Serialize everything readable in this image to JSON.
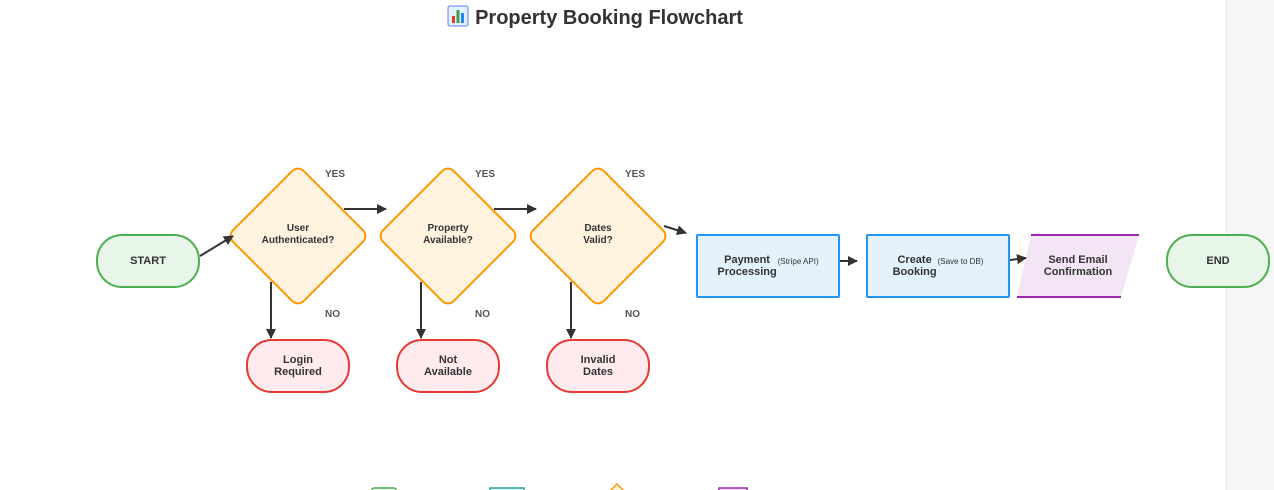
{
  "title": "Property Booking Flowchart",
  "title_icon": "bar-chart-emoji-icon",
  "nodes": {
    "start": "START",
    "end": "END",
    "decision_auth": [
      "User",
      "Authenticated?"
    ],
    "decision_property": [
      "Property",
      "Available?"
    ],
    "decision_dates": [
      "Dates",
      "Valid?"
    ],
    "login_required": [
      "Login",
      "Required"
    ],
    "not_available": [
      "Not",
      "Available"
    ],
    "invalid_dates": [
      "Invalid",
      "Dates"
    ],
    "payment": {
      "label": [
        "Payment",
        "Processing"
      ],
      "note": "(Stripe API)"
    },
    "create_booking": {
      "label": [
        "Create",
        "Booking"
      ],
      "note": "(Save to DB)"
    },
    "send_email": [
      "Send Email",
      "Confirmation"
    ]
  },
  "edge_labels": {
    "yes": "YES",
    "no": "NO"
  },
  "colors": {
    "terminal_fill": "#e8f5e9",
    "terminal_border": "#4caf50",
    "decision_fill": "#fff3e0",
    "decision_border": "#ff9800",
    "error_fill": "#ffebee",
    "error_border": "#e53935",
    "process_fill": "#e3f2fd",
    "process_border": "#2196f3",
    "io_fill": "#f3e5f5",
    "io_border": "#9c27b0",
    "edge": "#333333"
  }
}
